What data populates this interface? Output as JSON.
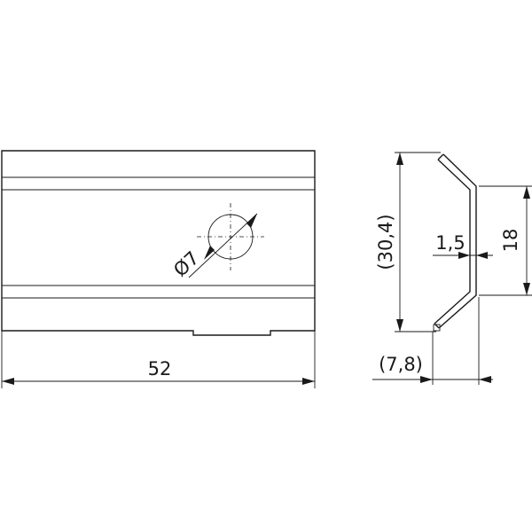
{
  "drawing": {
    "dimensions": {
      "overall_length": "52",
      "hole_diameter": "Ø7",
      "overall_height": "(30,4)",
      "thickness": "1,5",
      "flat_height": "18",
      "depth": "(7,8)"
    },
    "colors": {
      "line": "#1a1a1a",
      "background": "#ffffff"
    }
  }
}
